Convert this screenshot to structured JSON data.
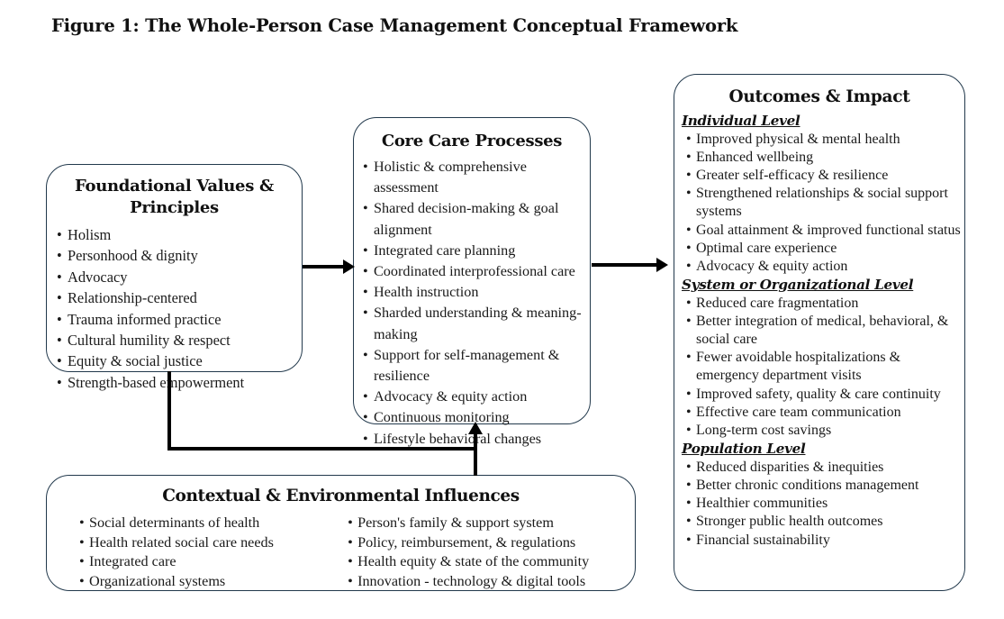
{
  "figure": {
    "title": "Figure 1: The Whole-Person Case Management Conceptual Framework"
  },
  "colors": {
    "box_border": "#22394c",
    "connector": "#000000",
    "text": "#111111",
    "background": "#ffffff"
  },
  "boxes": {
    "foundational": {
      "title": "Foundational Values & Principles",
      "items": [
        "Holism",
        "Personhood  & dignity",
        "Advocacy",
        "Relationship-centered",
        "Trauma informed practice",
        "Cultural humility & respect",
        "Equity & social justice",
        "Strength-based  empowerment"
      ]
    },
    "core": {
      "title": "Core Care Processes",
      "items": [
        "Holistic & comprehensive assessment",
        "Shared decision-making & goal alignment",
        "Integrated care planning",
        "Coordinated interprofessional care",
        "Health instruction",
        "Sharded understanding & meaning-making",
        "Support for self-management & resilience",
        "Advocacy & equity action",
        "Continuous monitoring",
        "Lifestyle behavioral changes"
      ]
    },
    "outcomes": {
      "title": "Outcomes & Impact",
      "sections": [
        {
          "header": "Individual Level",
          "items": [
            "Improved physical & mental health",
            "Enhanced wellbeing",
            "Greater self-efficacy & resilience",
            "Strengthened relationships & social support systems",
            "Goal attainment & improved functional status",
            "Optimal care experience",
            "Advocacy & equity action"
          ]
        },
        {
          "header": "System or Organizational Level",
          "items": [
            "Reduced care fragmentation",
            "Better integration of medical, behavioral, & social care",
            "Fewer avoidable hospitalizations & emergency department visits",
            " Improved safety, quality & care continuity",
            "Effective care team communication",
            "Long-term cost savings"
          ]
        },
        {
          "header": "Population Level",
          "items": [
            "Reduced disparities & inequities",
            "Better chronic conditions management",
            "Healthier communities",
            "Stronger public health outcomes",
            "Financial sustainability"
          ]
        }
      ]
    },
    "context": {
      "title": "Contextual & Environmental Influences",
      "column_left": [
        "Social determinants of health",
        "Health related social care needs",
        "Integrated care",
        "Organizational systems"
      ],
      "column_right": [
        "Person's family & support system",
        "Policy, reimbursement, & regulations",
        "Health equity & state of the community",
        "Innovation - technology & digital tools"
      ]
    }
  },
  "connectors": [
    {
      "name": "foundational-to-core",
      "type": "arrow-right"
    },
    {
      "name": "core-to-outcomes",
      "type": "arrow-right"
    },
    {
      "name": "foundational-and-context-to-core",
      "type": "elbow-arrow-up"
    }
  ]
}
